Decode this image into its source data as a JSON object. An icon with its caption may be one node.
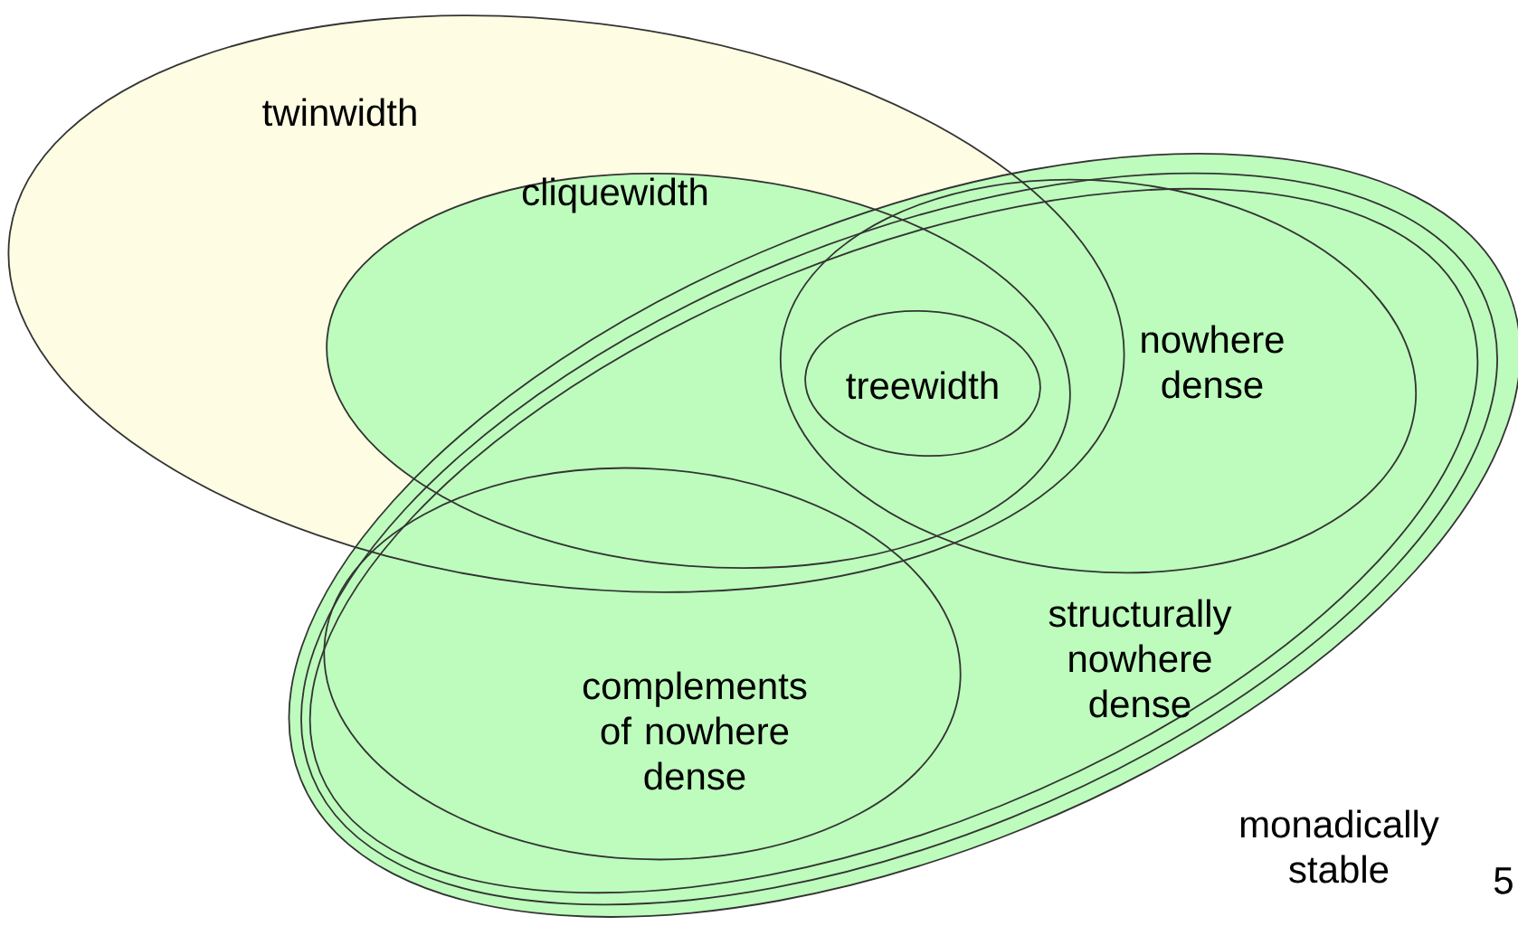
{
  "diagram": {
    "nodes": [
      {
        "text": [
          "twinwidth"
        ]
      },
      {
        "text": [
          "cliquewidth"
        ]
      },
      {
        "text": [
          "monadically stable"
        ]
      },
      {
        "text": [],
        "shape": "ellipse",
        "in": 2
      },
      {
        "text": [
          "structurally nowhere dense"
        ],
        "in": 3
      },
      {
        "text": [
          "nowhere dense"
        ],
        "in": 4
      },
      {
        "text": [
          "treewidth"
        ]
      },
      {
        "text": [
          "complements of nowhere dense"
        ],
        "in": 4
      }
    ],
    "labels": [
      "5"
    ]
  }
}
